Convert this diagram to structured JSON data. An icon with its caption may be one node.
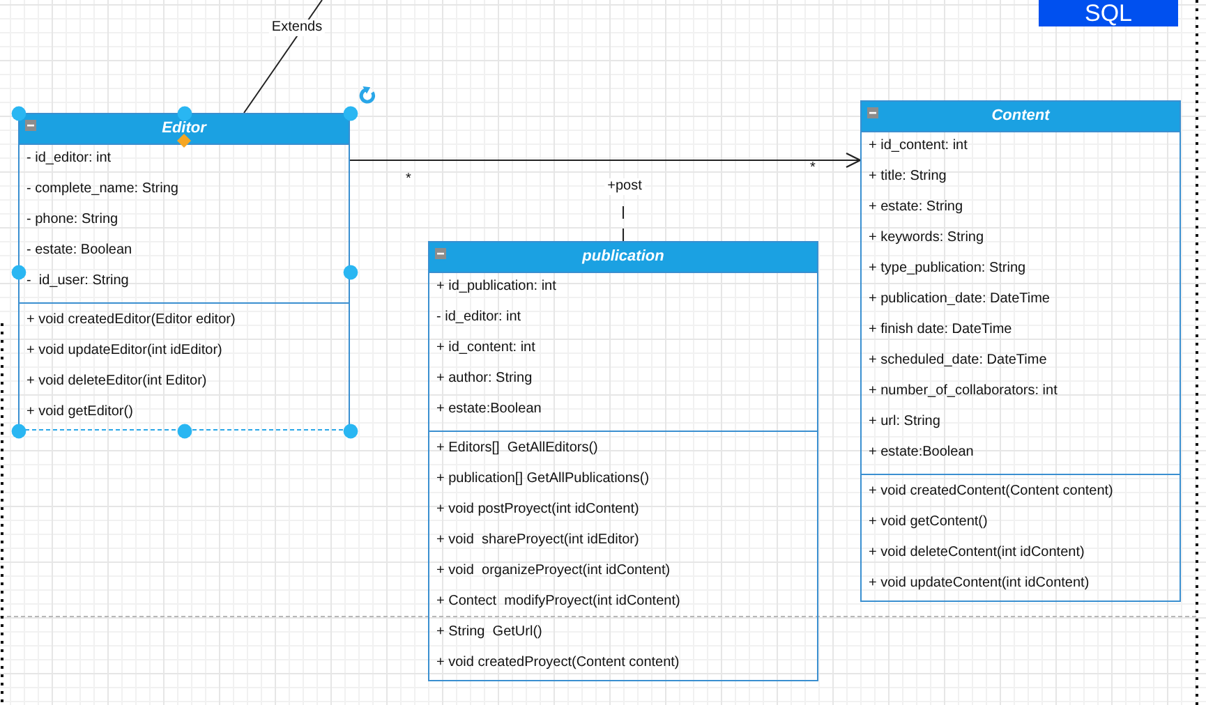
{
  "diagram": {
    "nodes": [
      {
        "text": [
          "SQL"
        ]
      },
      {
        "text": [
          "Editor",
          "- id_editor: int",
          "- complete_name: String",
          "- phone: String",
          "- estate: Boolean",
          "-  id_user: String",
          "+ void createdEditor(Editor editor)",
          "+ void updateEditor(int idEditor)",
          "+ void deleteEditor(int Editor)",
          "+ void getEditor()"
        ]
      },
      {
        "text": [
          "Content",
          "+ id_content: int",
          "+ title: String",
          "+ estate: String",
          "+ keywords: String",
          "+ type_publication: String",
          "+ publication_date: DateTime",
          "+ finish date: DateTime",
          "+ scheduled_date: DateTime",
          "+ number_of_collaborators: int",
          "+ url: String",
          "+ estate:Boolean",
          "+ void createdContent(Content content)",
          "+ void getContent()",
          "+ void deleteContent(int idContent)",
          "+ void updateContent(int idContent)"
        ]
      },
      {
        "text": [
          "publication",
          "+ id_publication: int",
          "- id_editor: int",
          "+ id_content: int",
          "+ author: String",
          "+ estate:Boolean",
          "+ Editors[]  GetAllEditors()",
          "+ publication[] GetAllPublications()",
          "+ void postProyect(int idContent)",
          "+ void  shareProyect(int idEditor)",
          "+ void  organizeProyect(int idContent)",
          "+ Contect  modifyProyect(int idContent)",
          "+ String  GetUrl()",
          "+ void createdProyect(Content content)"
        ]
      }
    ],
    "edges": [
      {
        "from": 1,
        "to": null,
        "arrow": "none",
        "label": "Extends"
      },
      {
        "from": 1,
        "to": 2,
        "arrow": "to"
      },
      {
        "from": 3,
        "to": null,
        "arrow": "none",
        "style": "dashed",
        "label": "+post"
      }
    ],
    "labels": [
      "*",
      "*"
    ]
  }
}
